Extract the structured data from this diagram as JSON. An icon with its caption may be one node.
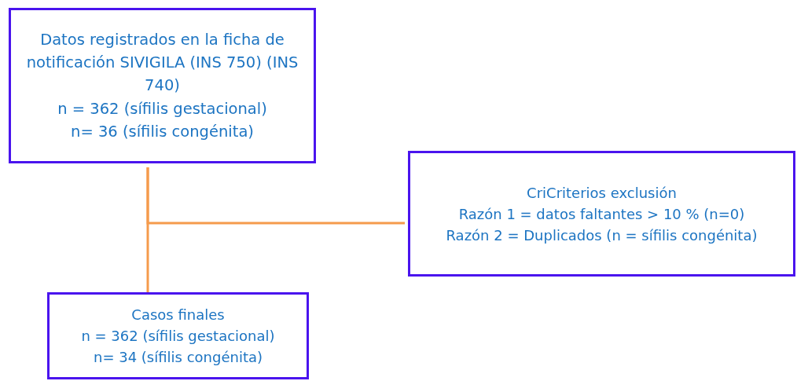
{
  "diagram": {
    "nodes": [
      {
        "text": [
          "Datos registrados en la ficha de notificación SIVIGILA (INS 750) (INS 740)",
          "n = 362 (sífilis gestacional)",
          "n= 36 (sífilis congénita)"
        ]
      },
      {
        "text": [
          "CriCriterios exclusión",
          "Razón 1 = datos faltantes > 10 % (n=0)",
          "Razón 2 = Duplicados (n = sífilis congénita)"
        ]
      },
      {
        "text": [
          "Casos finales",
          "n = 362 (sífilis gestacional)",
          "n= 34 (sífilis congénita)"
        ]
      }
    ],
    "edges": [
      {
        "from": 0,
        "to": 2,
        "arrow": "none"
      },
      {
        "from": 0,
        "to": 1,
        "arrow": "none"
      }
    ]
  }
}
